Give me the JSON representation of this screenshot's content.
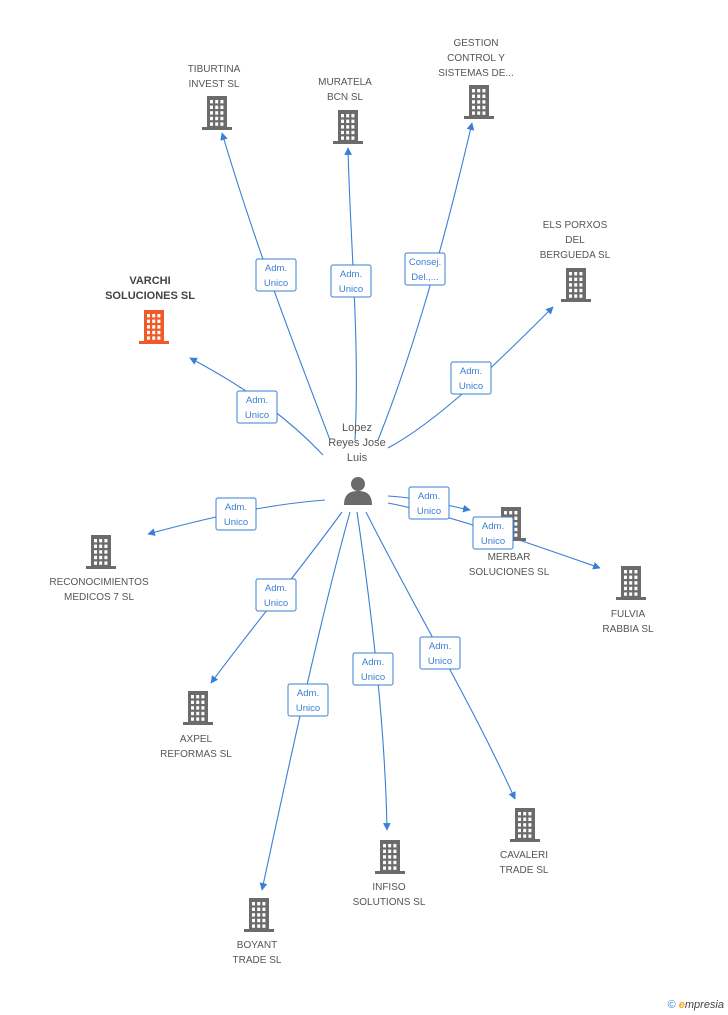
{
  "colors": {
    "accent": "#3a7fd5",
    "building": "#6b6b6b",
    "highlight": "#f05a28",
    "text": "#555555"
  },
  "center": {
    "name_lines": [
      "Lopez",
      "Reyes Jose",
      "Luis"
    ],
    "icon": "person-icon"
  },
  "companies": [
    {
      "id": "tiburtina",
      "lines": [
        "TIBURTINA",
        "INVEST SL"
      ],
      "role": [
        "Adm.",
        "Unico"
      ]
    },
    {
      "id": "muratela",
      "lines": [
        "MURATELA",
        "BCN SL"
      ],
      "role": [
        "Adm.",
        "Unico"
      ]
    },
    {
      "id": "gestion",
      "lines": [
        "GESTION",
        "CONTROL Y",
        "SISTEMAS DE..."
      ],
      "role": [
        "Consej.",
        "Del.,..."
      ]
    },
    {
      "id": "porxos",
      "lines": [
        "ELS PORXOS",
        "DEL",
        "BERGUEDA SL"
      ],
      "role": [
        "Adm.",
        "Unico"
      ]
    },
    {
      "id": "varchi",
      "lines": [
        "VARCHI",
        "SOLUCIONES SL"
      ],
      "role": [
        "Adm.",
        "Unico"
      ],
      "highlight": true
    },
    {
      "id": "reconocimientos",
      "lines": [
        "RECONOCIMIENTOS",
        "MEDICOS 7 SL"
      ],
      "role": [
        "Adm.",
        "Unico"
      ]
    },
    {
      "id": "merbar",
      "lines": [
        "MERBAR",
        "SOLUCIONES SL"
      ],
      "role": [
        "Adm.",
        "Unico"
      ]
    },
    {
      "id": "fulvia",
      "lines": [
        "FULVIA",
        "RABBIA  SL"
      ],
      "role": [
        "Adm.",
        "Unico"
      ]
    },
    {
      "id": "axpel",
      "lines": [
        "AXPEL",
        "REFORMAS SL"
      ],
      "role": [
        "Adm.",
        "Unico"
      ]
    },
    {
      "id": "boyant",
      "lines": [
        "BOYANT",
        "TRADE SL"
      ],
      "role": [
        "Adm.",
        "Unico"
      ]
    },
    {
      "id": "infiso",
      "lines": [
        "INFISO",
        "SOLUTIONS SL"
      ],
      "role": [
        "Adm.",
        "Unico"
      ]
    },
    {
      "id": "cavaleri",
      "lines": [
        "CAVALERI",
        "TRADE SL"
      ],
      "role": [
        "Adm.",
        "Unico"
      ]
    }
  ],
  "footer": {
    "copyright": "©",
    "brand_initial": "e",
    "brand_rest": "mpresia"
  }
}
